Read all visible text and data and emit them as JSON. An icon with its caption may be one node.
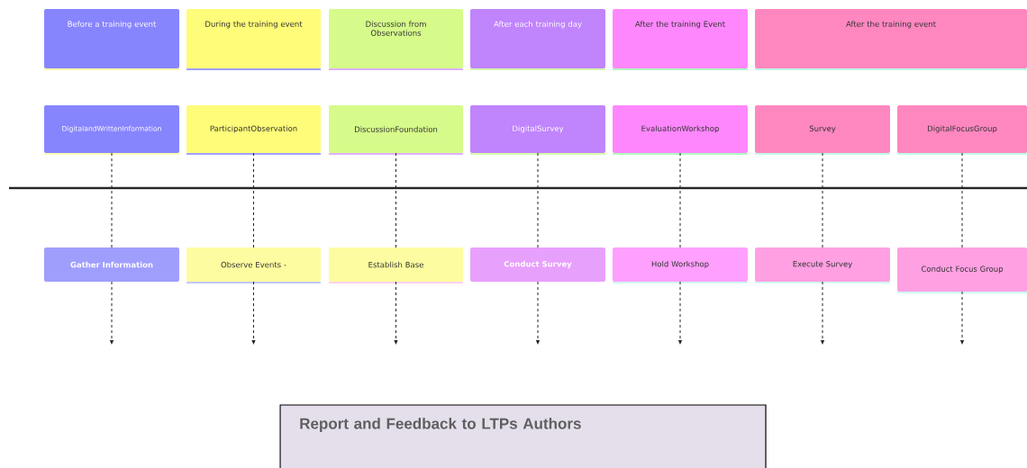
{
  "diagram": {
    "nodes": [
      {
        "text": [
          "Before a training event"
        ]
      },
      {
        "text": [
          "During the training event"
        ]
      },
      {
        "text": [
          "Discussion from Observations"
        ]
      },
      {
        "text": [
          "After each training day"
        ]
      },
      {
        "text": [
          "After the training Event"
        ]
      },
      {
        "text": [
          "After the training event"
        ]
      },
      {
        "text": [
          "DigitalandWrittenInformation"
        ]
      },
      {
        "text": [
          "ParticipantObservation"
        ]
      },
      {
        "text": [
          "DiscussionFoundation"
        ]
      },
      {
        "text": [
          "DigitalSurvey"
        ]
      },
      {
        "text": [
          "EvaluationWorkshop"
        ]
      },
      {
        "text": [
          "Survey"
        ]
      },
      {
        "text": [
          "DigitalFocusGroup"
        ]
      },
      {
        "text": [
          "Gather Information"
        ]
      },
      {
        "text": [
          "Observe Events -"
        ]
      },
      {
        "text": [
          "Establish Base"
        ]
      },
      {
        "text": [
          "Conduct Survey"
        ]
      },
      {
        "text": [
          "Hold Workshop"
        ]
      },
      {
        "text": [
          "Execute Survey"
        ]
      },
      {
        "text": [
          "Conduct Focus Group"
        ]
      },
      {
        "text": [
          "Report and Feedback to LTPs Authors"
        ]
      }
    ],
    "edges": [
      {
        "from": 6,
        "to": 13,
        "arrow": "none",
        "style": "dashed"
      },
      {
        "from": 7,
        "to": 14,
        "arrow": "none",
        "style": "dashed"
      },
      {
        "from": 8,
        "to": 15,
        "arrow": "none",
        "style": "dashed"
      },
      {
        "from": 9,
        "to": 16,
        "arrow": "none",
        "style": "dashed"
      },
      {
        "from": 10,
        "to": 17,
        "arrow": "none",
        "style": "dashed"
      },
      {
        "from": 11,
        "to": 18,
        "arrow": "none",
        "style": "dashed"
      },
      {
        "from": 12,
        "to": 19,
        "arrow": "none",
        "style": "dashed"
      },
      {
        "from": 13,
        "to": null,
        "arrow": "to",
        "style": "dashed"
      },
      {
        "from": 14,
        "to": null,
        "arrow": "to",
        "style": "dashed"
      },
      {
        "from": 15,
        "to": null,
        "arrow": "to",
        "style": "dashed"
      },
      {
        "from": 16,
        "to": null,
        "arrow": "to",
        "style": "dashed"
      },
      {
        "from": 17,
        "to": null,
        "arrow": "to",
        "style": "dashed"
      },
      {
        "from": 18,
        "to": null,
        "arrow": "to",
        "style": "dashed"
      },
      {
        "from": 19,
        "to": null,
        "arrow": "to",
        "style": "dashed"
      }
    ]
  }
}
